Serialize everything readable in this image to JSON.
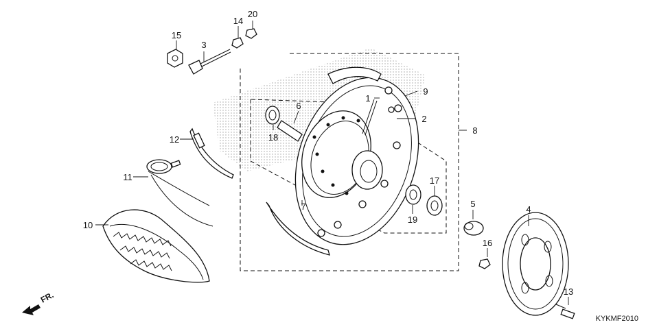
{
  "diagram": {
    "code": "KYKMF2010",
    "direction_label": "FR.",
    "callouts": {
      "c1": "1",
      "c2": "2",
      "c3": "3",
      "c4": "4",
      "c5": "5",
      "c6": "6",
      "c7": "7",
      "c8": "8",
      "c9": "9",
      "c10": "10",
      "c11": "11",
      "c12": "12",
      "c13": "13",
      "c14": "14",
      "c15": "15",
      "c16": "16",
      "c17": "17",
      "c18": "18",
      "c19": "19",
      "c20": "20"
    }
  }
}
